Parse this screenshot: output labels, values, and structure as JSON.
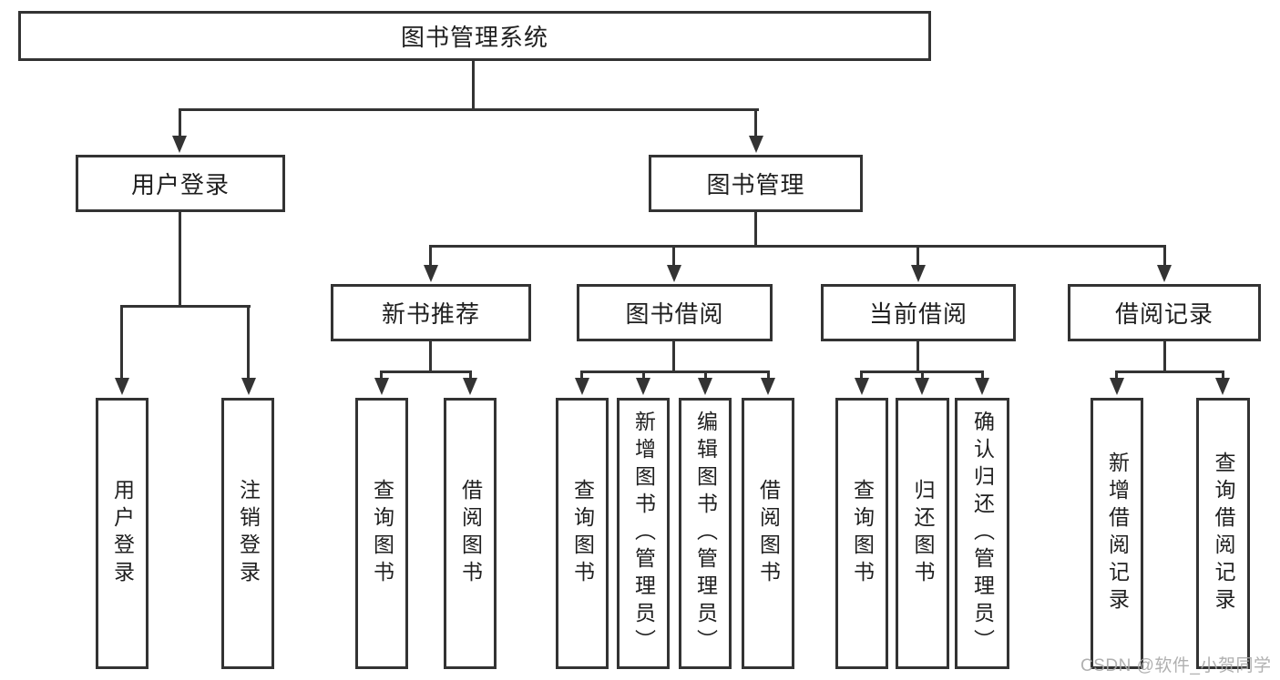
{
  "diagram": {
    "root_label": "图书管理系统",
    "level2": [
      "用户登录",
      "图书管理"
    ],
    "level3": [
      "新书推荐",
      "图书借阅",
      "当前借阅",
      "借阅记录"
    ],
    "leaves": {
      "user_login": [
        "用户登录",
        "注销登录"
      ],
      "new_book_recommend": [
        "查询图书",
        "借阅图书"
      ],
      "book_borrowing": [
        "查询图书",
        "新增图书（管理员）",
        "编辑图书（管理员）",
        "借阅图书"
      ],
      "current_borrowing": [
        "查询图书",
        "归还图书",
        "确认归还（管理员）"
      ],
      "borrowing_records": [
        "新增借阅记录",
        "查询借阅记录"
      ]
    },
    "watermark": "CSDN @软件_小贺同学",
    "colors": {
      "line": "#333333",
      "text": "#1f1f1f",
      "watermark": "#a8a8a8",
      "background": "#ffffff"
    }
  }
}
